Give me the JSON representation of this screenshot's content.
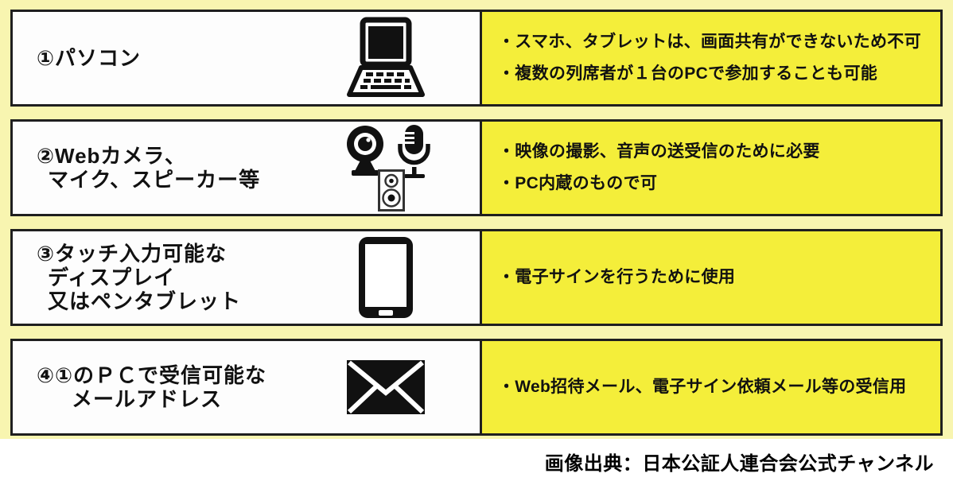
{
  "colors": {
    "band_bg": "#F8F5B0",
    "cell_yellow": "#F4EE3A",
    "cell_white": "#FDFDFD",
    "border": "#1F1F1F",
    "text": "#111111"
  },
  "rows": [
    {
      "title_lines": [
        "①パソコン"
      ],
      "icons": [
        "laptop-icon"
      ],
      "bullets": [
        "・スマホ、タブレットは、画面共有ができないため不可",
        "・複数の列席者が１台のPCで参加することも可能"
      ]
    },
    {
      "title_lines": [
        "②Webカメラ、",
        "マイク、スピーカー等"
      ],
      "icons": [
        "webcam-icon",
        "microphone-icon",
        "speaker-icon"
      ],
      "bullets": [
        "・映像の撮影、音声の送受信のために必要",
        "・PC内蔵のもので可"
      ]
    },
    {
      "title_lines": [
        "③タッチ入力可能な",
        "ディスプレイ",
        "又はペンタブレット"
      ],
      "icons": [
        "tablet-icon"
      ],
      "bullets": [
        "・電子サインを行うために使用"
      ]
    },
    {
      "title_lines": [
        "④①のＰＣで受信可能な",
        "メールアドレス"
      ],
      "icons": [
        "envelope-icon"
      ],
      "bullets": [
        "・Web招待メール、電子サイン依頼メール等の受信用"
      ]
    }
  ],
  "attribution": "画像出典：日本公証人連合会公式チャンネル"
}
